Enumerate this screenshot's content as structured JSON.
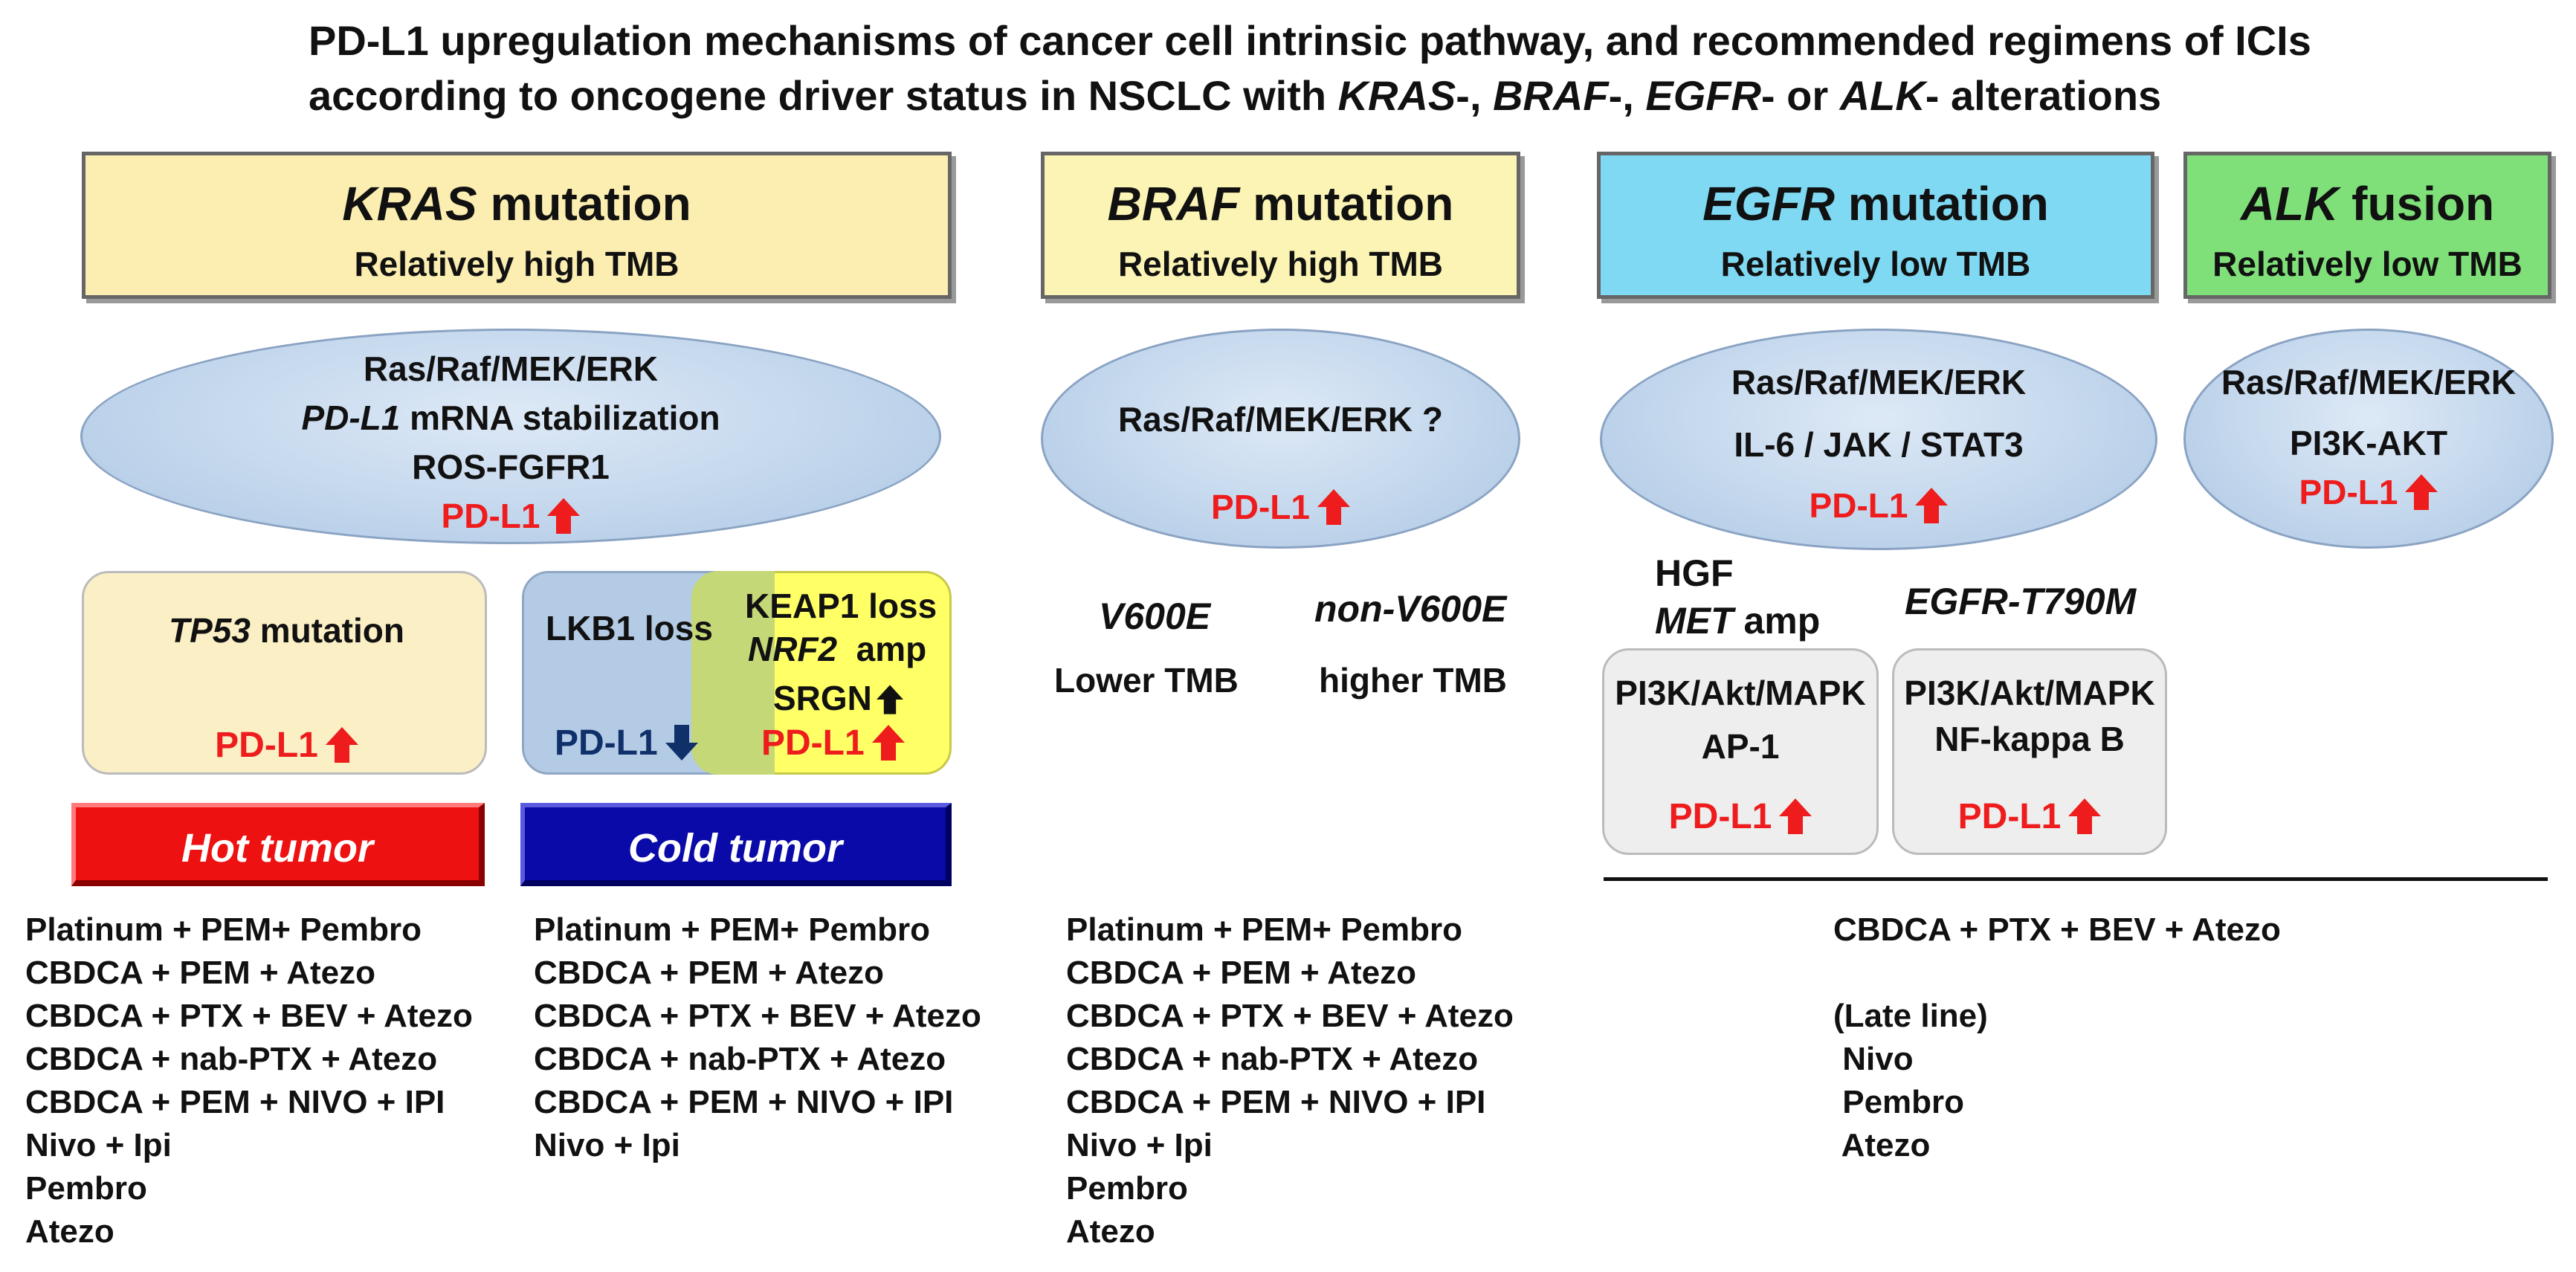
{
  "title": {
    "line1": "PD-L1 upregulation mechanisms of cancer cell intrinsic pathway, and recommended regimens of ICIs",
    "line2_pre": "according to oncogene driver status in NSCLC with ",
    "kras": "KRAS",
    "sep1": "-, ",
    "braf": "BRAF",
    "sep2": "-, ",
    "egfr": "EGFR",
    "sep3": "- or ",
    "alk": "ALK",
    "line2_post": "- alterations"
  },
  "pdl1": "PD-L1",
  "colors": {
    "kras_header": "#fbeeb0",
    "braf_header": "#fbf4b4",
    "egfr_header": "#7fd9f3",
    "alk_header": "#7fe07a",
    "hot": "#ee1111",
    "cold": "#0a0aa8",
    "up_arrow": "#ee1c1c",
    "down_arrow": "#10306a"
  },
  "headers": {
    "kras": {
      "gene": "KRAS",
      "suffix": " mutation",
      "tmb": "Relatively high TMB"
    },
    "braf": {
      "gene": "BRAF",
      "suffix": " mutation",
      "tmb": "Relatively high TMB"
    },
    "egfr": {
      "gene": "EGFR",
      "suffix": " mutation",
      "tmb": "Relatively low TMB"
    },
    "alk": {
      "gene": "ALK",
      "suffix": " fusion",
      "tmb": "Relatively low TMB"
    }
  },
  "pathways": {
    "kras": {
      "l1": "Ras/Raf/MEK/ERK",
      "l2_gene": "PD-L1",
      "l2_rest": " mRNA stabilization",
      "l3": "ROS-FGFR1"
    },
    "braf": {
      "l1": "Ras/Raf/MEK/ERK ?"
    },
    "egfr": {
      "l1": "Ras/Raf/MEK/ERK",
      "l2": "IL-6 / JAK / STAT3"
    },
    "alk": {
      "l1": "Ras/Raf/MEK/ERK",
      "l2": "PI3K-AKT"
    }
  },
  "kras_sub": {
    "tp53_gene": "TP53",
    "tp53_rest": " mutation",
    "lkb1": "LKB1 loss",
    "keap1": "KEAP1 loss",
    "nrf2_gene": "NRF2",
    "nrf2_rest": "  amp",
    "srgn": "SRGN"
  },
  "braf_sub": {
    "v600e": "V600E",
    "v600e_tmb": "Lower TMB",
    "non_v600e": "non-V600E",
    "non_v600e_tmb": "higher TMB"
  },
  "egfr_sub": {
    "hgf": "HGF",
    "met_gene": "MET",
    "met_rest": " amp",
    "t790m": "EGFR-T790M",
    "box1_l1": "PI3K/Akt/MAPK",
    "box1_l2": "AP-1",
    "box2_l1": "PI3K/Akt/MAPK",
    "box2_l2": "NF-kappa B"
  },
  "tumor": {
    "hot": "Hot tumor",
    "cold": "Cold tumor"
  },
  "regimens": {
    "hot": [
      "Platinum + PEM+ Pembro",
      "CBDCA + PEM + Atezo",
      "CBDCA + PTX + BEV + Atezo",
      "CBDCA + nab-PTX + Atezo",
      "CBDCA + PEM + NIVO + IPI",
      "Nivo + Ipi",
      "Pembro",
      "Atezo"
    ],
    "cold": [
      "Platinum + PEM+ Pembro",
      "CBDCA + PEM + Atezo",
      "CBDCA + PTX + BEV + Atezo",
      "CBDCA + nab-PTX + Atezo",
      "CBDCA + PEM + NIVO + IPI",
      "Nivo + Ipi"
    ],
    "braf": [
      "Platinum + PEM+ Pembro",
      "CBDCA + PEM + Atezo",
      "CBDCA + PTX + BEV + Atezo",
      "CBDCA + nab-PTX + Atezo",
      "CBDCA + PEM + NIVO + IPI",
      "Nivo + Ipi",
      "Pembro",
      "Atezo"
    ],
    "egfr_alk_first": "CBDCA + PTX + BEV + Atezo",
    "late_line_label": "(Late line)",
    "late_line": [
      " Nivo",
      " Pembro",
      " Atezo"
    ]
  }
}
